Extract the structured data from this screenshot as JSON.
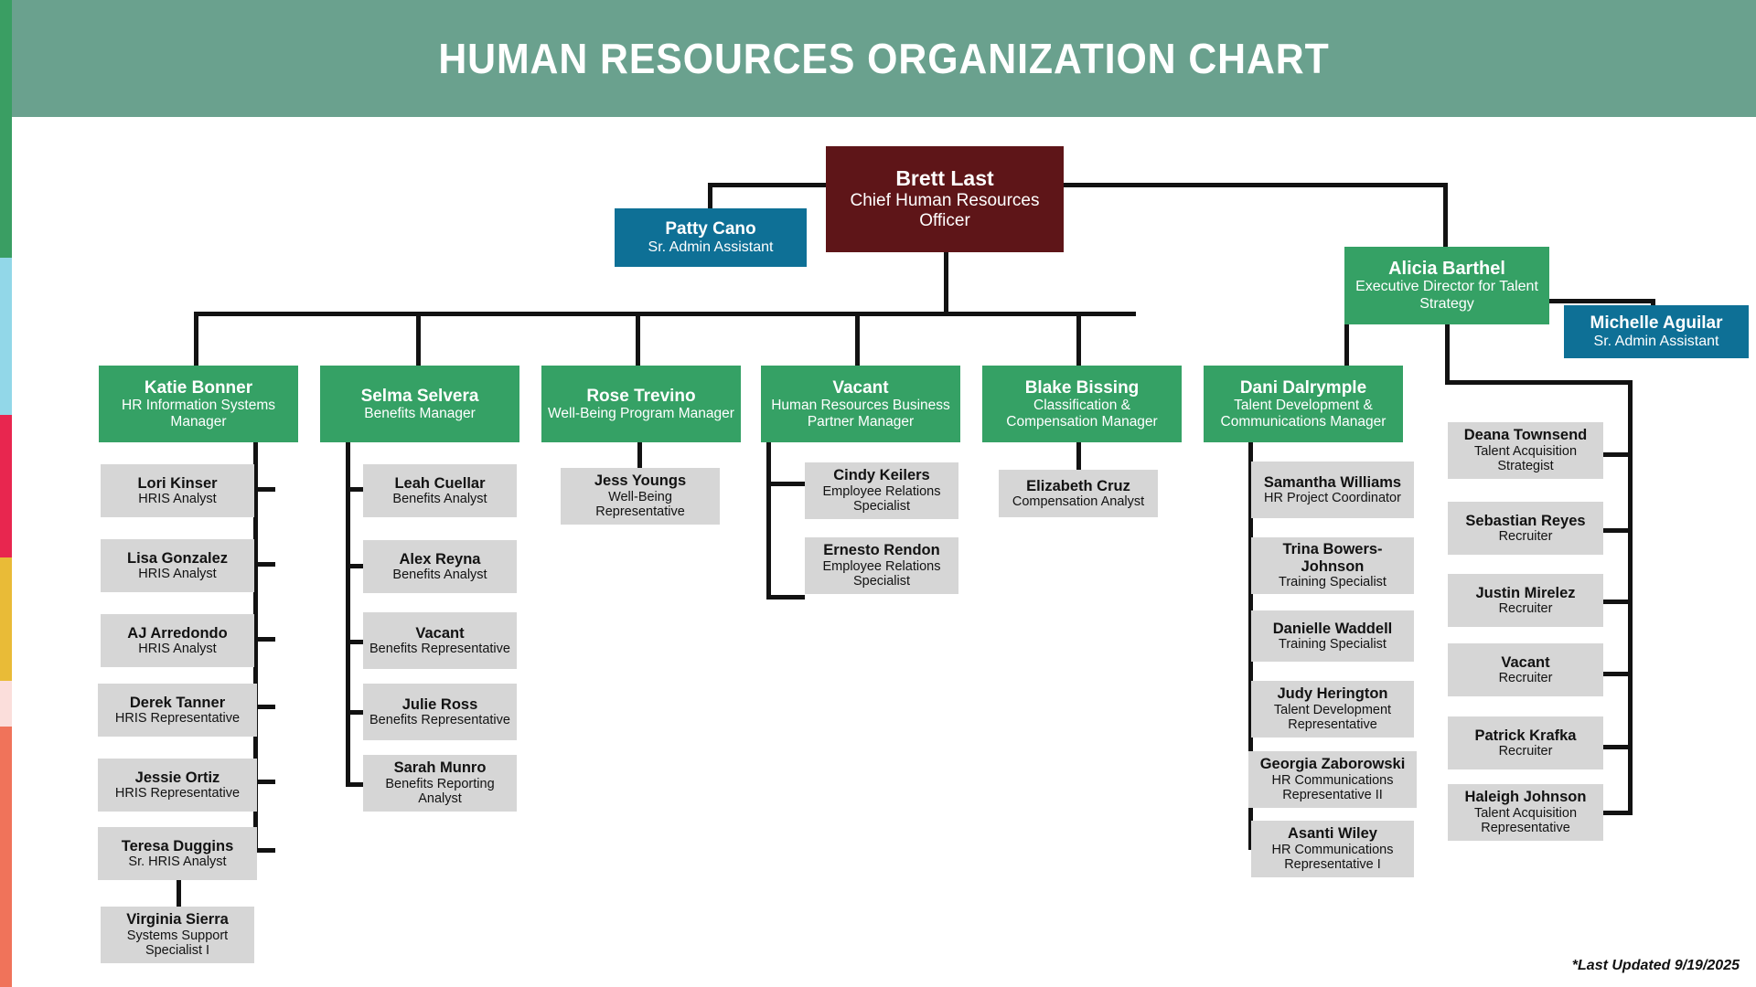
{
  "header": {
    "title": "HUMAN RESOURCES ORGANIZATION CHART"
  },
  "colors": {
    "header_bg": "#6aa18e",
    "exec_bg": "#5e1518",
    "admin_bg": "#0e7096",
    "manager_bg": "#35a165",
    "staff_bg": "#d6d6d6",
    "line": "#121212",
    "rail_green": "#3a9e63",
    "rail_lightblue": "#92d7e8",
    "rail_crimson": "#e8264f",
    "rail_gold": "#e9bb37",
    "rail_pink": "#fbdedb",
    "rail_coral": "#f0735a"
  },
  "footer": {
    "last_updated": "*Last Updated 9/19/2025"
  },
  "chart_data": {
    "type": "org-chart",
    "title": "HUMAN RESOURCES ORGANIZATION CHART",
    "nodes": {
      "chro": {
        "name": "Brett Last",
        "title": "Chief Human Resources Officer",
        "kind": "exec"
      },
      "admin1": {
        "name": "Patty Cano",
        "title": "Sr. Admin Assistant",
        "kind": "admin"
      },
      "execdir": {
        "name": "Alicia Barthel",
        "title": "Executive Director for Talent Strategy",
        "kind": "director"
      },
      "admin2": {
        "name": "Michelle Aguilar",
        "title": "Sr. Admin Assistant",
        "kind": "admin"
      },
      "mgr_hris": {
        "name": "Katie Bonner",
        "title": "HR Information Systems Manager",
        "kind": "manager"
      },
      "mgr_ben": {
        "name": "Selma Selvera",
        "title": "Benefits Manager",
        "kind": "manager"
      },
      "mgr_well": {
        "name": "Rose Trevino",
        "title": "Well-Being Program Manager",
        "kind": "manager"
      },
      "mgr_hrbp": {
        "name": "Vacant",
        "title": "Human Resources Business Partner Manager",
        "kind": "manager"
      },
      "mgr_comp": {
        "name": "Blake Bissing",
        "title": "Classification & Compensation Manager",
        "kind": "manager"
      },
      "mgr_tal": {
        "name": "Dani Dalrymple",
        "title": "Talent Development & Communications Manager",
        "kind": "manager"
      },
      "s_lori": {
        "name": "Lori Kinser",
        "title": "HRIS Analyst",
        "kind": "staff"
      },
      "s_lisa": {
        "name": "Lisa Gonzalez",
        "title": "HRIS Analyst",
        "kind": "staff"
      },
      "s_aj": {
        "name": "AJ Arredondo",
        "title": "HRIS Analyst",
        "kind": "staff"
      },
      "s_derek": {
        "name": "Derek Tanner",
        "title": "HRIS Representative",
        "kind": "staff"
      },
      "s_jessie": {
        "name": "Jessie Ortiz",
        "title": "HRIS Representative",
        "kind": "staff"
      },
      "s_teresa": {
        "name": "Teresa Duggins",
        "title": "Sr. HRIS Analyst",
        "kind": "staff"
      },
      "s_virginia": {
        "name": "Virginia Sierra",
        "title": "Systems Support Specialist I",
        "kind": "staff"
      },
      "s_leah": {
        "name": "Leah Cuellar",
        "title": "Benefits Analyst",
        "kind": "staff"
      },
      "s_alex": {
        "name": "Alex Reyna",
        "title": "Benefits Analyst",
        "kind": "staff"
      },
      "s_vac_ben": {
        "name": "Vacant",
        "title": "Benefits Representative",
        "kind": "staff"
      },
      "s_julie": {
        "name": "Julie Ross",
        "title": "Benefits Representative",
        "kind": "staff"
      },
      "s_sarah": {
        "name": "Sarah Munro",
        "title": "Benefits Reporting Analyst",
        "kind": "staff"
      },
      "s_jess": {
        "name": "Jess Youngs",
        "title": "Well-Being Representative",
        "kind": "staff"
      },
      "s_cindy": {
        "name": "Cindy Keilers",
        "title": "Employee Relations Specialist",
        "kind": "staff"
      },
      "s_ernesto": {
        "name": "Ernesto Rendon",
        "title": "Employee Relations Specialist",
        "kind": "staff"
      },
      "s_eliz": {
        "name": "Elizabeth Cruz",
        "title": "Compensation Analyst",
        "kind": "staff"
      },
      "s_sam": {
        "name": "Samantha Williams",
        "title": "HR Project Coordinator",
        "kind": "staff"
      },
      "s_trina": {
        "name": "Trina Bowers-Johnson",
        "title": "Training Specialist",
        "kind": "staff"
      },
      "s_dani_w": {
        "name": "Danielle Waddell",
        "title": "Training Specialist",
        "kind": "staff"
      },
      "s_judy": {
        "name": "Judy Herington",
        "title": "Talent Development Representative",
        "kind": "staff"
      },
      "s_georgia": {
        "name": "Georgia Zaborowski",
        "title": "HR Communications Representative II",
        "kind": "staff"
      },
      "s_asanti": {
        "name": "Asanti Wiley",
        "title": "HR Communications Representative I",
        "kind": "staff"
      },
      "s_deana": {
        "name": "Deana Townsend",
        "title": "Talent Acquisition Strategist",
        "kind": "staff"
      },
      "s_seb": {
        "name": "Sebastian Reyes",
        "title": "Recruiter",
        "kind": "staff"
      },
      "s_justin": {
        "name": "Justin Mirelez",
        "title": "Recruiter",
        "kind": "staff"
      },
      "s_vac_rec": {
        "name": "Vacant",
        "title": "Recruiter",
        "kind": "staff"
      },
      "s_patrick": {
        "name": "Patrick Krafka",
        "title": "Recruiter",
        "kind": "staff"
      },
      "s_haleigh": {
        "name": "Haleigh Johnson",
        "title": "Talent Acquisition Representative",
        "kind": "staff"
      }
    },
    "edges": [
      [
        "chro",
        "admin1"
      ],
      [
        "chro",
        "execdir"
      ],
      [
        "chro",
        "mgr_hris"
      ],
      [
        "chro",
        "mgr_ben"
      ],
      [
        "chro",
        "mgr_well"
      ],
      [
        "chro",
        "mgr_hrbp"
      ],
      [
        "chro",
        "mgr_comp"
      ],
      [
        "execdir",
        "admin2"
      ],
      [
        "execdir",
        "mgr_tal"
      ],
      [
        "execdir",
        "s_deana"
      ],
      [
        "mgr_hris",
        "s_lori"
      ],
      [
        "mgr_hris",
        "s_lisa"
      ],
      [
        "mgr_hris",
        "s_aj"
      ],
      [
        "mgr_hris",
        "s_derek"
      ],
      [
        "mgr_hris",
        "s_jessie"
      ],
      [
        "mgr_hris",
        "s_teresa"
      ],
      [
        "s_teresa",
        "s_virginia"
      ],
      [
        "mgr_ben",
        "s_leah"
      ],
      [
        "mgr_ben",
        "s_alex"
      ],
      [
        "mgr_ben",
        "s_vac_ben"
      ],
      [
        "mgr_ben",
        "s_julie"
      ],
      [
        "mgr_ben",
        "s_sarah"
      ],
      [
        "mgr_well",
        "s_jess"
      ],
      [
        "mgr_hrbp",
        "s_cindy"
      ],
      [
        "mgr_hrbp",
        "s_ernesto"
      ],
      [
        "mgr_comp",
        "s_eliz"
      ],
      [
        "mgr_tal",
        "s_sam"
      ],
      [
        "mgr_tal",
        "s_trina"
      ],
      [
        "mgr_tal",
        "s_dani_w"
      ],
      [
        "mgr_tal",
        "s_judy"
      ],
      [
        "mgr_tal",
        "s_georgia"
      ],
      [
        "mgr_tal",
        "s_asanti"
      ],
      [
        "execdir",
        "s_seb"
      ],
      [
        "execdir",
        "s_justin"
      ],
      [
        "execdir",
        "s_vac_rec"
      ],
      [
        "execdir",
        "s_patrick"
      ],
      [
        "execdir",
        "s_haleigh"
      ]
    ]
  }
}
